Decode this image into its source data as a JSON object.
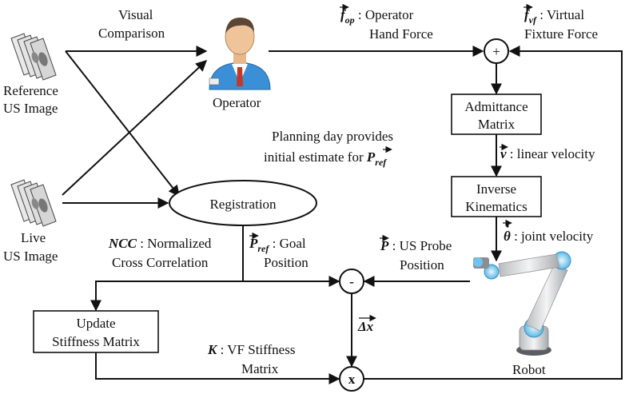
{
  "reference_image": {
    "line1": "Reference",
    "line2": "US Image"
  },
  "live_image": {
    "line1": "Live",
    "line2": "US Image"
  },
  "visual_comparison": {
    "line1": "Visual",
    "line2": "Comparison"
  },
  "operator": {
    "label": "Operator"
  },
  "f_op": {
    "symbol": "f",
    "sub": "op",
    "text1": " : Operator",
    "text2": "Hand Force"
  },
  "f_vf": {
    "symbol": "f",
    "sub": "vf",
    "text1": " : Virtual",
    "text2": "Fixture Force"
  },
  "sum_node": {
    "symbol": "+"
  },
  "admittance": {
    "line1": "Admittance",
    "line2": "Matrix"
  },
  "velocity": {
    "symbol": "v",
    "text": " : linear velocity"
  },
  "inverse_kin": {
    "line1": "Inverse",
    "line2": "Kinematics"
  },
  "joint_velocity": {
    "symbol": "θ",
    "text": " : joint velocity"
  },
  "planning_note": {
    "line1": "Planning day provides",
    "line2": "initial estimate for ",
    "symbol": "P",
    "sub": "ref"
  },
  "registration": {
    "label": "Registration"
  },
  "ncc": {
    "symbol": "NCC",
    "text1": " : Normalized",
    "text2": "Cross Correlation"
  },
  "p_ref": {
    "symbol": "P",
    "sub": "ref",
    "text1": " : Goal",
    "text2": "Position"
  },
  "p_probe": {
    "symbol": "P",
    "text1": " : US Probe",
    "text2": "Position"
  },
  "diff_node": {
    "symbol": "-"
  },
  "delta_x": {
    "symbol": "Δx"
  },
  "update_stiffness": {
    "line1": "Update",
    "line2": "Stiffness Matrix"
  },
  "k_label": {
    "symbol": "K",
    "text1": " : VF Stiffness",
    "text2": "Matrix"
  },
  "mult_node": {
    "symbol": "x"
  },
  "robot": {
    "label": "Robot"
  }
}
